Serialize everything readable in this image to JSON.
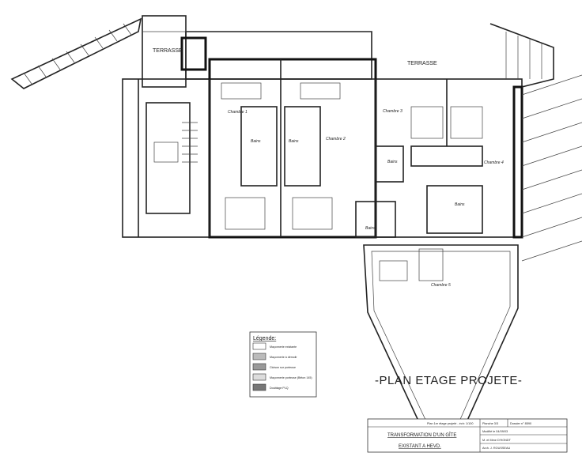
{
  "plan": {
    "terraces": [
      "TERRASSE",
      "TERRASSE"
    ],
    "rooms": {
      "chambre1": "Chambre 1",
      "chambre2": "Chambre 2",
      "chambre3": "Chambre 3",
      "chambre4": "Chambre 4",
      "chambre5": "Chambre 5"
    },
    "baths": [
      "Bains",
      "Bains",
      "Bains",
      "Bains",
      "Bains"
    ],
    "title": "-PLAN ETAGE PROJETE-"
  },
  "legend": {
    "heading": "Légende:",
    "items": [
      "Maçonnerie existante",
      "Maçonnerie à démolir",
      "Cloison sur porteuse",
      "Maçonnerie porteuse (Béton 145)",
      "Doublage PLQ"
    ]
  },
  "title_block": {
    "plan_name": "Plan 1er étage projeté - éch: 1/100",
    "sheet": "Planche 3/3",
    "dossier": "Dossier n° 8590",
    "modified": "Modifié le 04/09/03",
    "client": "M. et Mme D'HONDT",
    "architect": "Arch. J. ROUSSEAU",
    "project_line1": "TRANSFORMATION D'UN GÎTE",
    "project_line2": "EXISTANT A HEVD."
  }
}
